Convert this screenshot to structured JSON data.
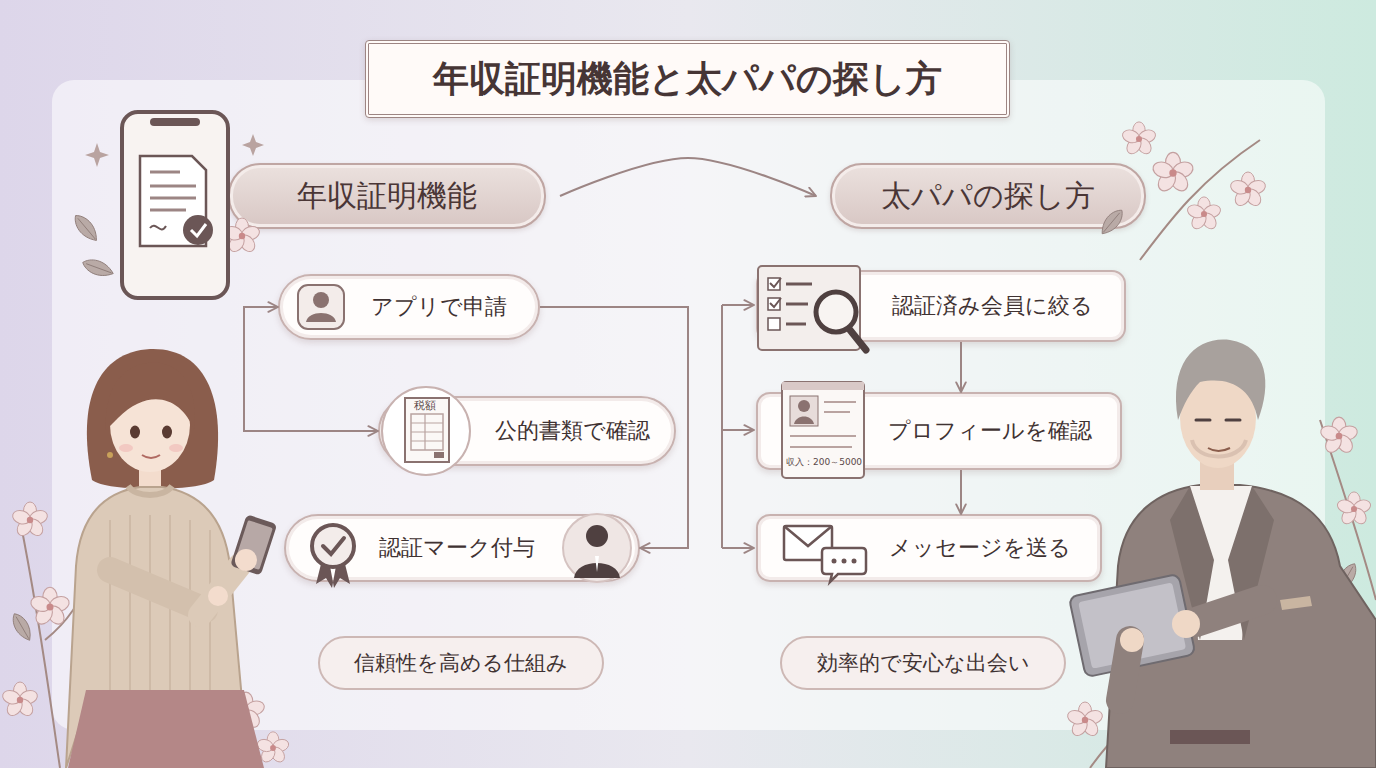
{
  "diagram": {
    "title": "年収証明機能と太パパの探し方",
    "nodes": [
      {
        "text": [
          "年収証明機能"
        ]
      },
      {
        "text": [
          "太パパの探し方"
        ]
      },
      {
        "text": [
          "アプリで申請"
        ]
      },
      {
        "text": [
          "公的書類で確認"
        ]
      },
      {
        "text": [
          "認証マーク付与"
        ]
      },
      {
        "text": [
          "認証済み会員に絞る"
        ]
      },
      {
        "text": [
          "プロフィールを確認"
        ]
      },
      {
        "text": [
          "メッセージを送る"
        ]
      },
      {
        "text": [
          "信頼性を高める仕組み"
        ]
      },
      {
        "text": [
          "効率的で安心な出会い"
        ]
      }
    ],
    "edges": [
      {
        "from": 0,
        "to": 1,
        "arrow": "to"
      },
      {
        "from": 2,
        "to": 3,
        "arrow": "both"
      },
      {
        "from": 2,
        "to": 4,
        "arrow": "to"
      },
      {
        "from": 5,
        "to": 6,
        "arrow": "to"
      },
      {
        "from": 6,
        "to": 7,
        "arrow": "to"
      }
    ],
    "labels": [
      "税額",
      "収入：200～5000"
    ]
  }
}
